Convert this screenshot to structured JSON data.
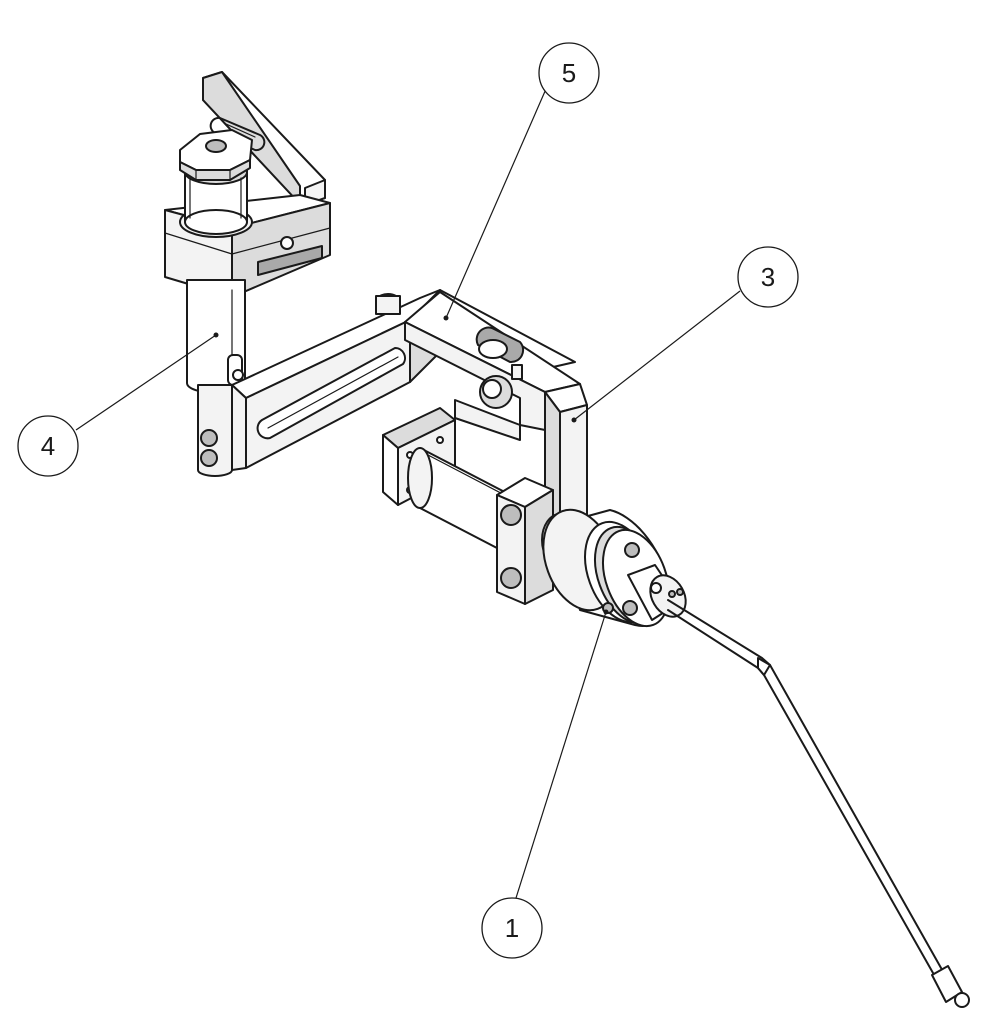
{
  "callouts": [
    {
      "id": "callout-5",
      "label": "5"
    },
    {
      "id": "callout-3",
      "label": "3"
    },
    {
      "id": "callout-4",
      "label": "4"
    },
    {
      "id": "callout-1",
      "label": "1"
    }
  ]
}
